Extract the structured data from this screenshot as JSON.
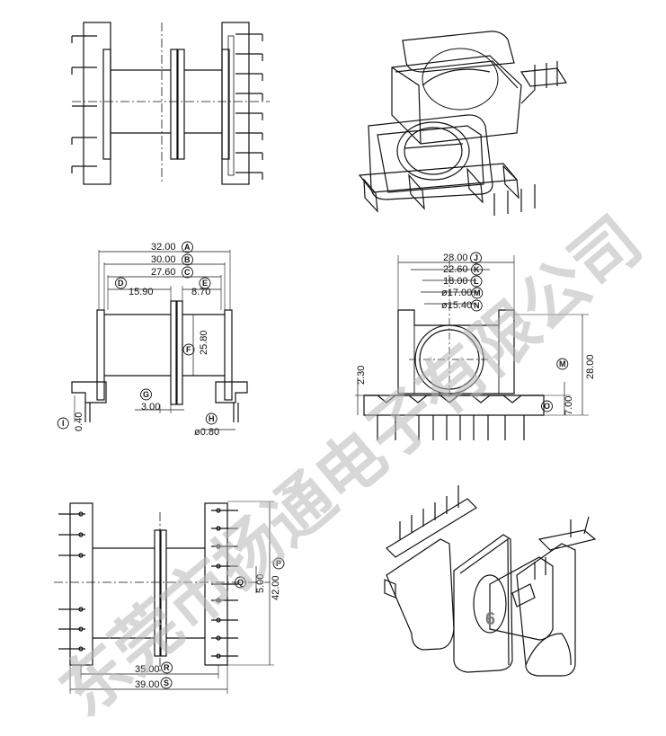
{
  "watermark": {
    "text": "东莞市扬通电子有限公司",
    "color": "#b8b8b8"
  },
  "badge": {
    "text": "6"
  },
  "drawings": {
    "top_left": {
      "name": "top-view"
    },
    "top_right": {
      "name": "isometric-view-top"
    },
    "side": {
      "dims": [
        {
          "value": "32.00",
          "label": "A"
        },
        {
          "value": "30.00",
          "label": "B"
        },
        {
          "value": "27.60",
          "label": "C"
        },
        {
          "value": "15.90",
          "label": "D"
        },
        {
          "value": "8.70",
          "label": "E"
        },
        {
          "value": "25.80",
          "label": "F"
        },
        {
          "value": "3.00",
          "label": "G"
        },
        {
          "value": "ø0.80",
          "label": "H"
        },
        {
          "value": "0.40",
          "label": "I"
        }
      ]
    },
    "front": {
      "dims": [
        {
          "value": "28.00",
          "label": "J"
        },
        {
          "value": "22.60",
          "label": "K"
        },
        {
          "value": "18.00",
          "label": "L"
        },
        {
          "value": "ø17.00",
          "label": "M"
        },
        {
          "value": "ø15.40",
          "label": "N"
        },
        {
          "value": "2.30",
          "label": ""
        },
        {
          "value": "28.00",
          "label": "M"
        },
        {
          "value": "7.00",
          "label": "O"
        }
      ]
    },
    "bottom": {
      "dims": [
        {
          "value": "5.00",
          "label": "Q"
        },
        {
          "value": "42.00",
          "label": "P"
        },
        {
          "value": "35.00",
          "label": "R"
        },
        {
          "value": "39.00",
          "label": "S"
        }
      ]
    }
  }
}
